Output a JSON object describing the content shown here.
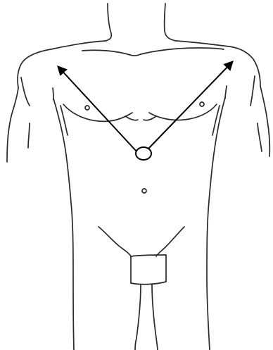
{
  "diagram": {
    "subject": "male-torso-front-view",
    "line_color": "#2a2a2a",
    "arrow_color": "#000000",
    "background": "#ffffff",
    "arrows": [
      {
        "direction": "up-left"
      },
      {
        "direction": "up-right"
      }
    ],
    "origin": {
      "shape": "ellipse"
    }
  }
}
